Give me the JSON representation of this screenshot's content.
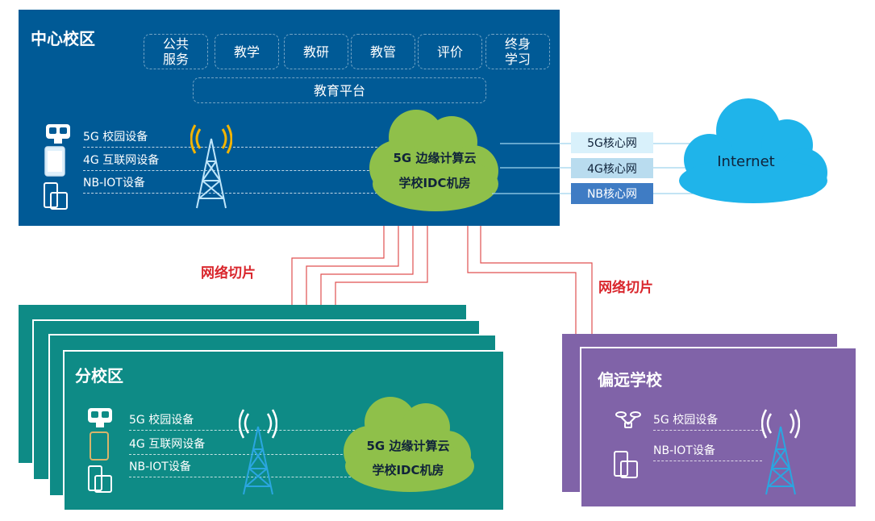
{
  "central": {
    "title": "中心校区",
    "services": [
      "公共服务",
      "教学",
      "教研",
      "教管",
      "评价",
      "终身学习"
    ],
    "service_lines": {
      "public_1": "公共",
      "public_2": "服务",
      "life_1": "终身",
      "life_2": "学习"
    },
    "platform": "教育平台",
    "devices": [
      "5G 校园设备",
      "4G 互联网设备",
      "NB-IOT设备"
    ],
    "edge_cloud_line1": "5G 边缘计算云",
    "edge_cloud_line2": "学校IDC机房"
  },
  "core_networks": [
    {
      "label": "5G核心网",
      "color": "#d9f1fb"
    },
    {
      "label": "4G核心网",
      "color": "#b9dcef"
    },
    {
      "label": "NB核心网",
      "color": "#3f7cc4"
    }
  ],
  "internet": {
    "label": "Internet",
    "color": "#1fb4ea"
  },
  "slice_labels": {
    "left": "网络切片",
    "right": "网络切片"
  },
  "branch": {
    "title": "分校区",
    "devices": [
      "5G 校园设备",
      "4G 互联网设备",
      "NB-IOT设备"
    ],
    "edge_cloud_line1": "5G 边缘计算云",
    "edge_cloud_line2": "学校IDC机房"
  },
  "remote": {
    "title": "偏远学校",
    "devices": [
      "5G 校园设备",
      "NB-IOT设备"
    ]
  },
  "colors": {
    "central_bg": "#005a96",
    "branch_bg": "#0e8b86",
    "remote_bg": "#8063a8",
    "edge_cloud": "#8fc04a",
    "slice_line": "#e05050",
    "slice_text": "#d9262c"
  },
  "icons": {
    "vr_headset": "vr-headset-icon",
    "tablet": "tablet-icon",
    "phone_tablet": "phone-tablet-icon",
    "antenna_tower": "antenna-tower-icon",
    "cloud": "cloud-icon",
    "drone": "drone-icon"
  }
}
